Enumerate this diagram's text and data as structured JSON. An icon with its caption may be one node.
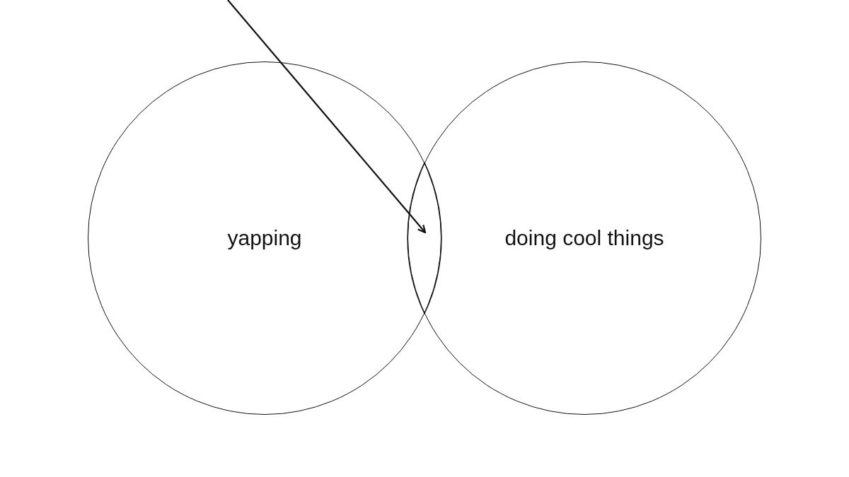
{
  "diagram": {
    "nodes": [
      {
        "text": [
          "yapping"
        ]
      },
      {
        "text": [
          "doing cool things"
        ]
      },
      {
        "text": [],
        "shape": "lens"
      }
    ],
    "edges": [
      {
        "from": null,
        "to": 2,
        "arrow": "to"
      }
    ]
  }
}
